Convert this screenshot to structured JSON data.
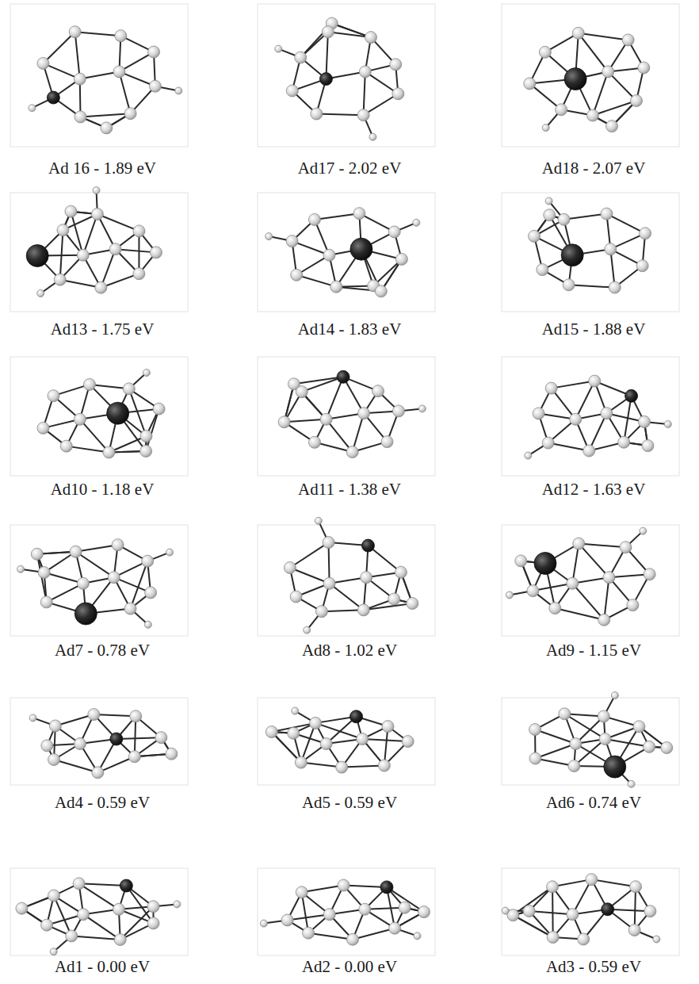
{
  "diagram": {
    "labels": [
      "Ad 16 - 1.89 eV",
      "Ad17 - 2.02 eV",
      "Ad18 - 2.07 eV",
      "Ad13 - 1.75 eV",
      "Ad14 - 1.83 eV",
      "Ad15 - 1.88 eV",
      "Ad10 - 1.18 eV",
      "Ad11 - 1.38 eV",
      "Ad12 - 1.63 eV",
      "Ad7 - 0.78 eV",
      "Ad8 - 1.02 eV",
      "Ad9 - 1.15 eV",
      "Ad4 - 0.59 eV",
      "Ad5 - 0.59 eV",
      "Ad6 - 0.74 eV",
      "Ad1 - 0.00 eV",
      "Ad2 - 0.00 eV",
      "Ad3 - 0.59 eV"
    ]
  }
}
